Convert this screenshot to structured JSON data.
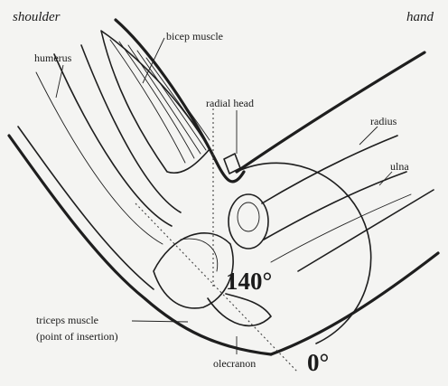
{
  "labels": {
    "shoulder": "shoulder",
    "hand": "hand",
    "humerus": "humerus",
    "bicep_muscle": "bicep muscle",
    "radial_head": "radial head",
    "radius": "radius",
    "ulna": "ulna",
    "triceps_line1": "triceps muscle",
    "triceps_line2": "(point of insertion)",
    "olecranon": "olecranon",
    "angle_flexed": "140°",
    "angle_extended": "0°"
  },
  "colors": {
    "ink": "#1e1e1e",
    "paper": "#f4f4f2"
  }
}
